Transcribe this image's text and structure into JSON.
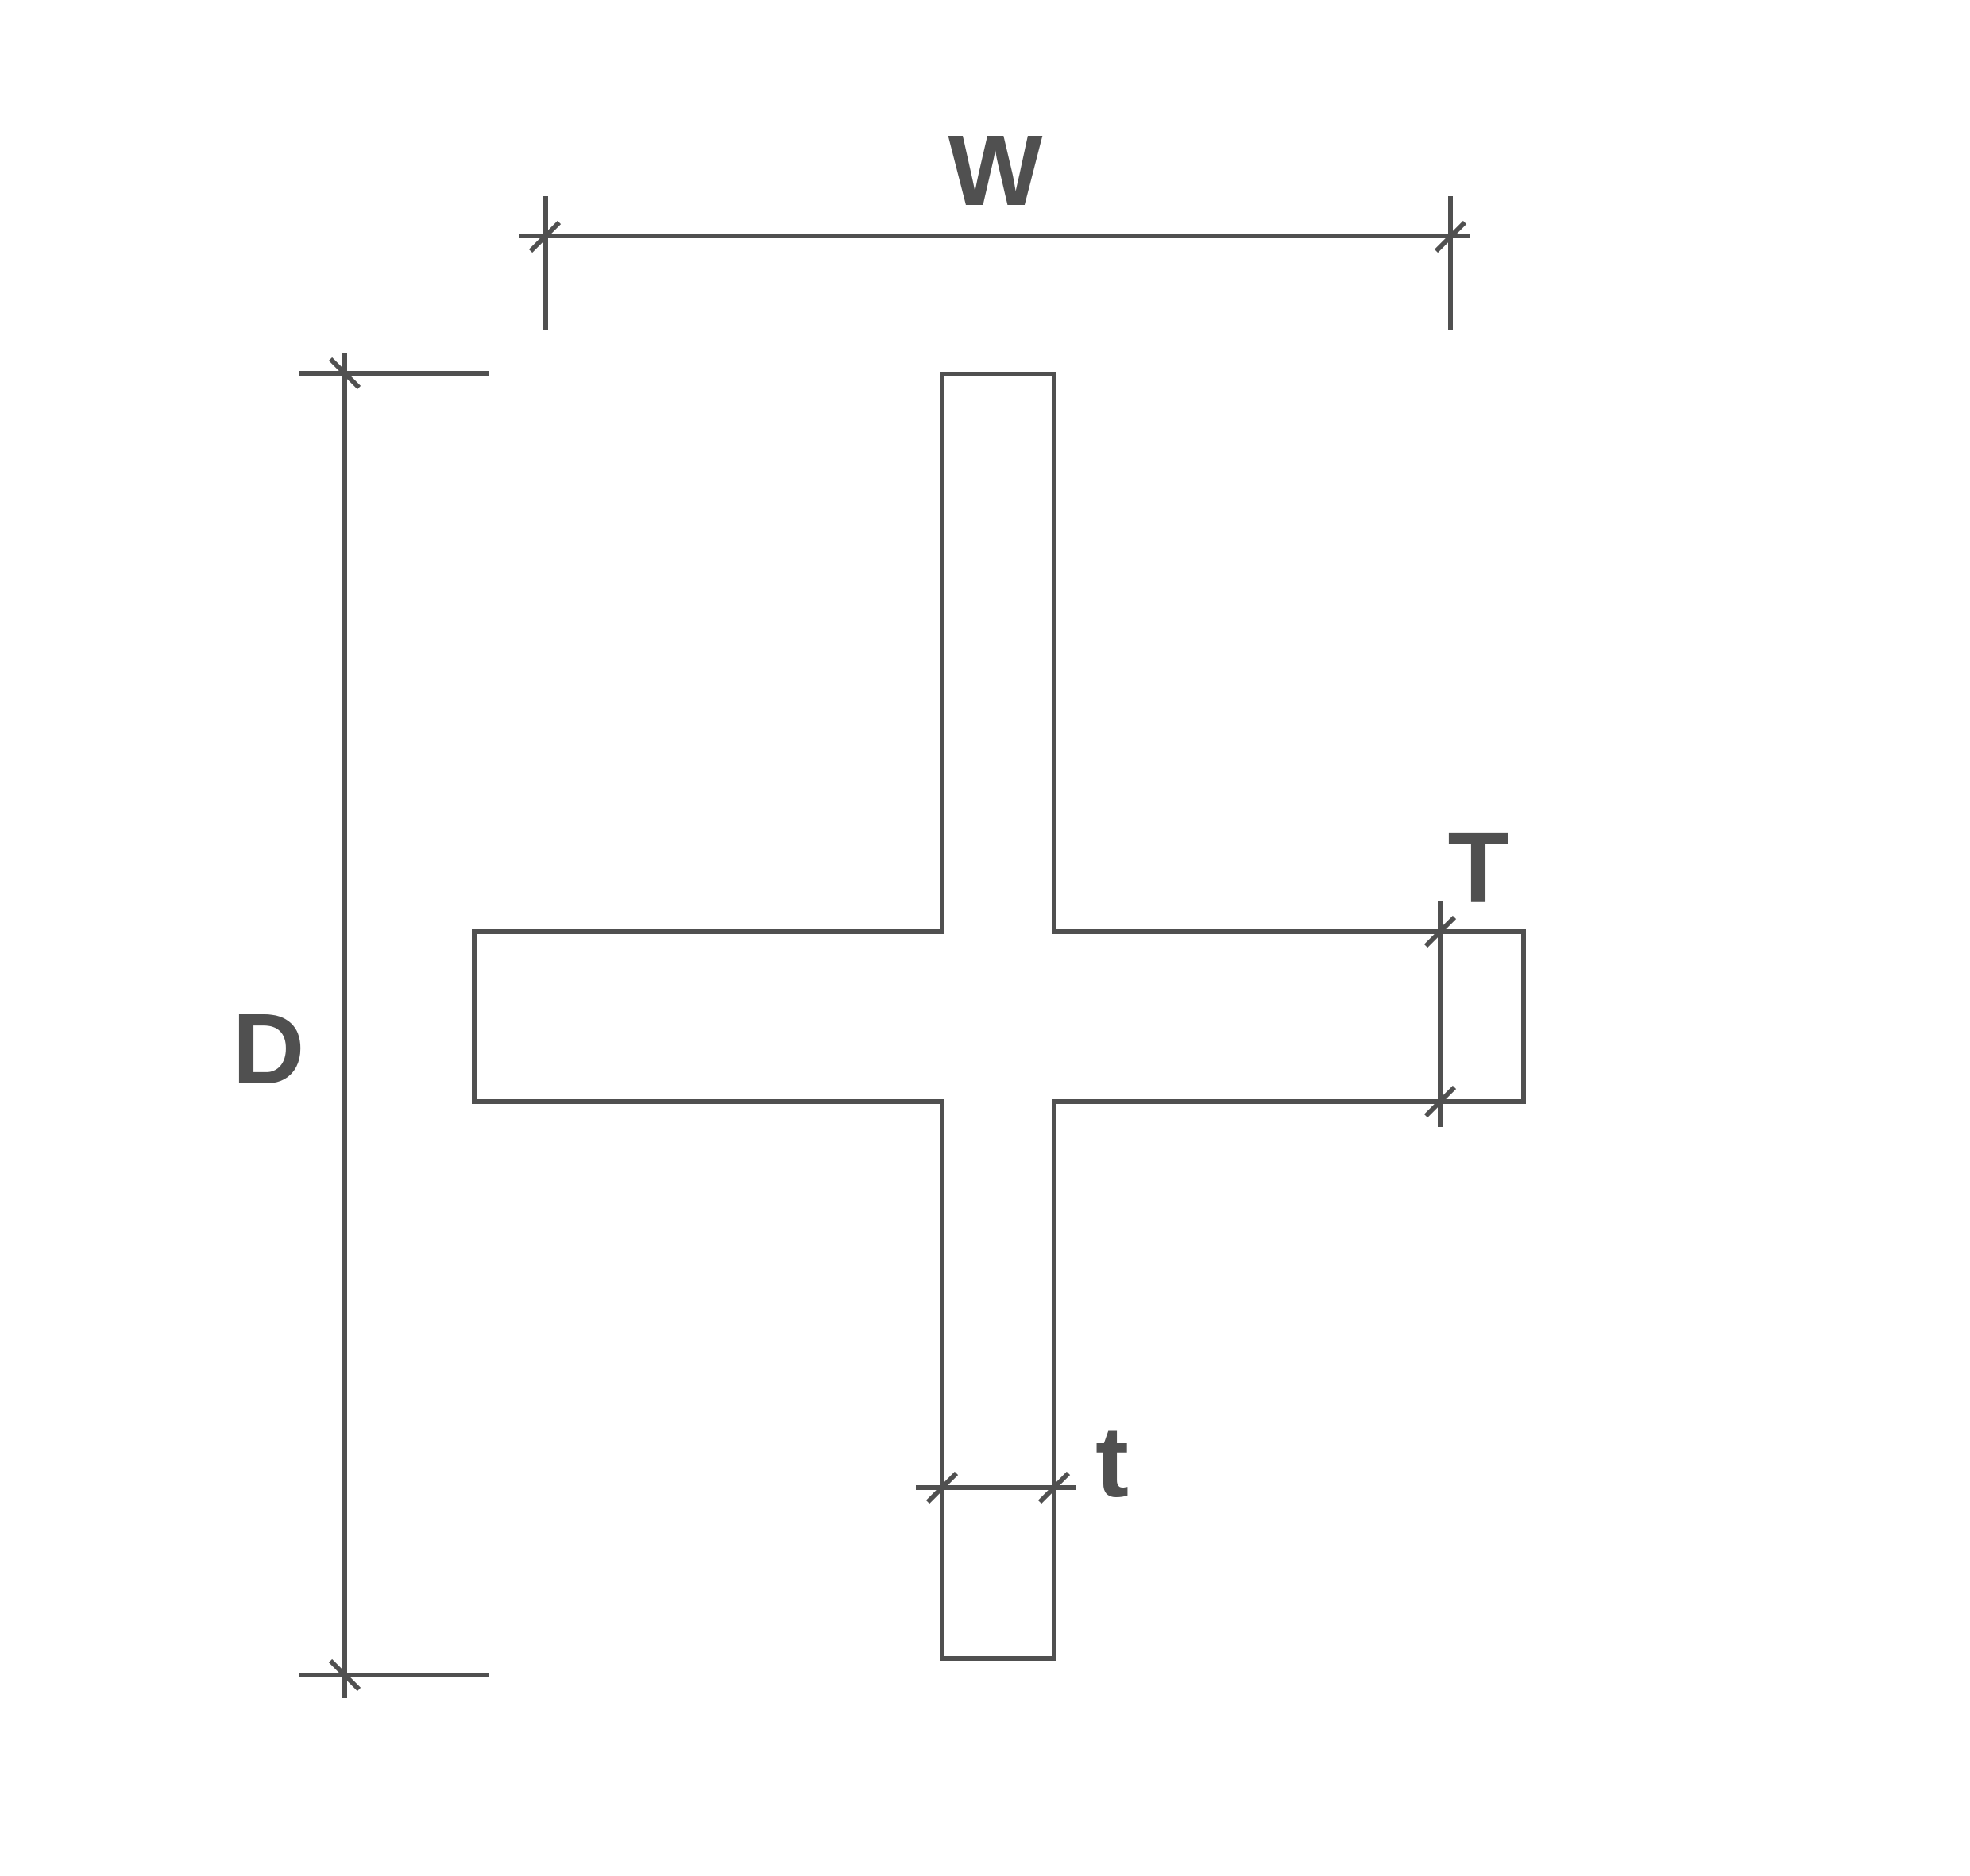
{
  "colors": {
    "stroke": "#505050",
    "text": "#505050",
    "background": "#ffffff"
  },
  "labels": {
    "width": "W",
    "depth": "D",
    "flange_thickness": "T",
    "web_thickness": "t"
  }
}
